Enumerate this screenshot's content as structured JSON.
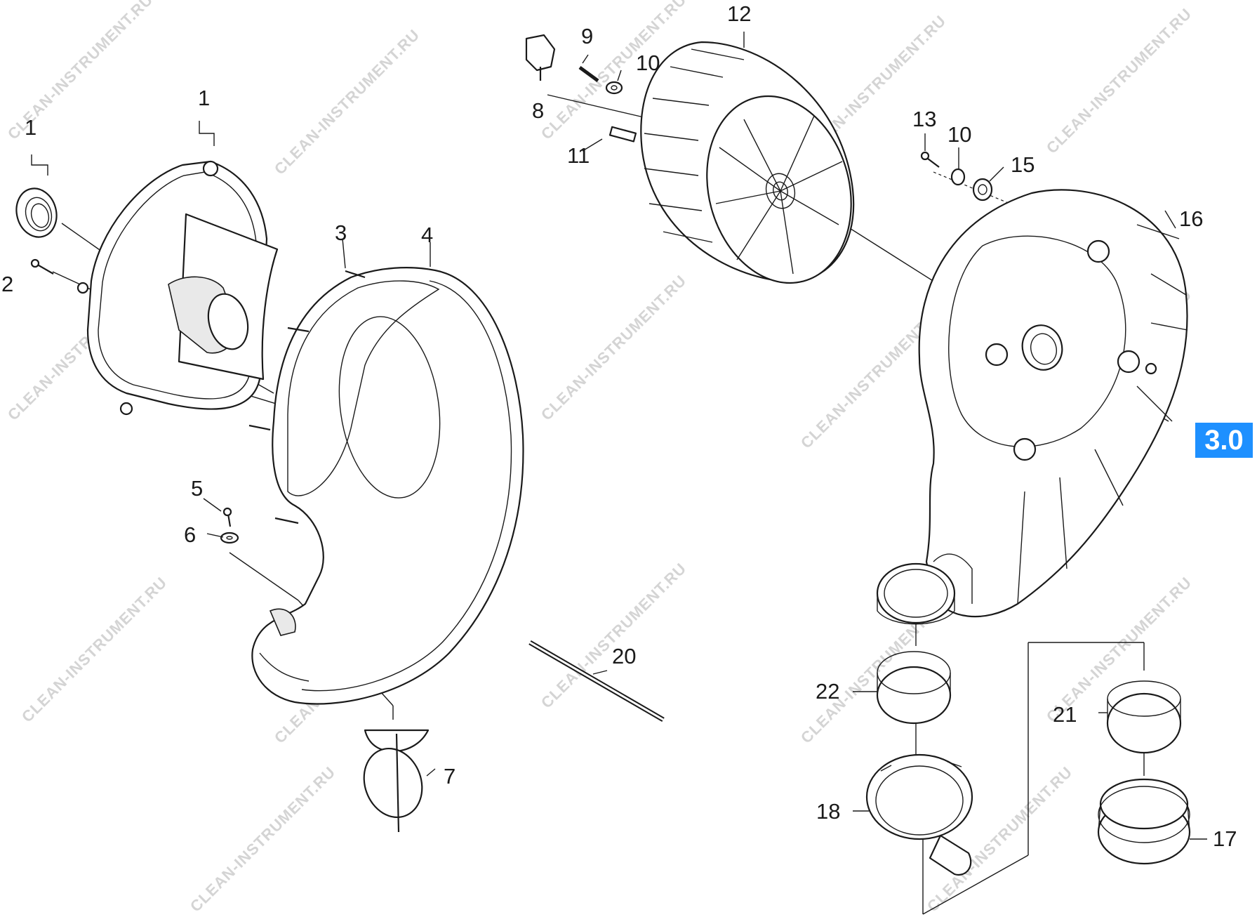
{
  "watermark_text": "CLEAN-INSTRUMENT.RU",
  "page_badge": "3.0",
  "colors": {
    "badge": "#1e90ff",
    "line": "#1a1a1a",
    "watermark": "#d4d4d4"
  },
  "callouts": [
    "1",
    "1",
    "2",
    "3",
    "4",
    "5",
    "6",
    "7",
    "8",
    "9",
    "10",
    "11",
    "12",
    "13",
    "10",
    "15",
    "16",
    "20",
    "22",
    "21",
    "18",
    "17"
  ]
}
